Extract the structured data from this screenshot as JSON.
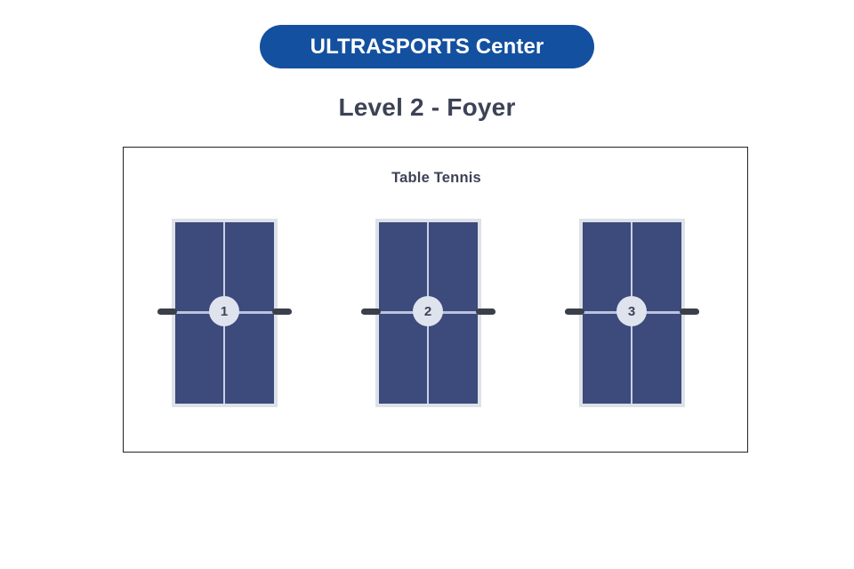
{
  "venue": {
    "name": "ULTRASPORTS Center",
    "pill_color": "#1450a0",
    "pill_text_color": "#ffffff"
  },
  "level": {
    "title": "Level 2 - Foyer",
    "title_color": "#3d4356"
  },
  "floor_plan": {
    "border_color": "#232323",
    "background_color": "#ffffff",
    "zone_label": "Table Tennis",
    "zone_label_color": "#3d4356",
    "facility_type": "table-tennis",
    "table_count": 3,
    "colors": {
      "surface": "#3c4a7c",
      "frame": "#dde1e8",
      "center_line": "#c8d0e4",
      "net_line": "#b8c4dd",
      "net_post": "#3a3f4a",
      "badge_fill": "#dfe3ee",
      "badge_text": "#3d4356"
    },
    "tables": [
      {
        "number": "1"
      },
      {
        "number": "2"
      },
      {
        "number": "3"
      }
    ]
  }
}
